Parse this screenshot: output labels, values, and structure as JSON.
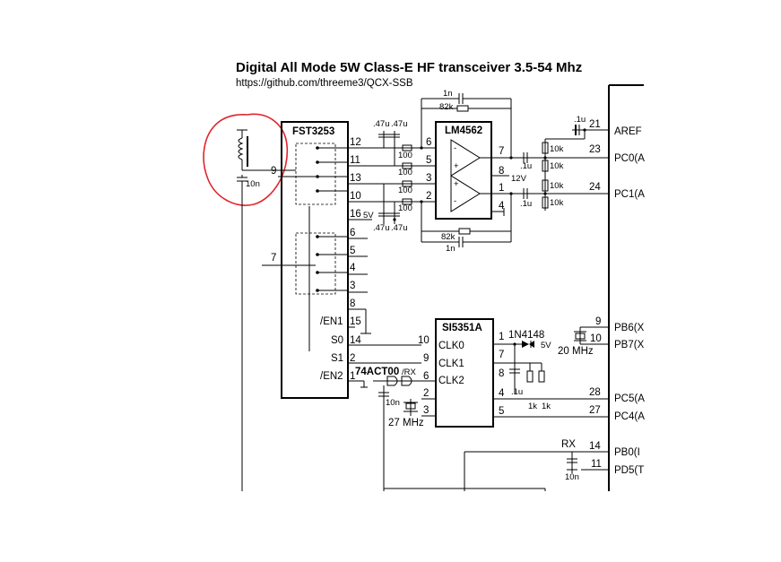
{
  "title": "Digital All Mode 5W Class-E HF transceiver 3.5-54 Mhz",
  "url": "https://github.com/threeme3/QCX-SSB",
  "fst": {
    "name": "FST3253",
    "pins": [
      "12",
      "11",
      "13",
      "10",
      "16",
      "6",
      "5",
      "4",
      "3",
      "8",
      "15",
      "14",
      "2",
      "1"
    ],
    "pin_labels": [
      "/EN1",
      "S0",
      "S1",
      "/EN2"
    ],
    "vcc": "5V",
    "in_a": "9",
    "in_b": "7",
    "ant_cap": "10n"
  },
  "opamp": {
    "name": "LM4562",
    "pins_in": [
      "6",
      "5",
      "3",
      "2"
    ],
    "pins_out": [
      "7",
      "8",
      "1",
      "4"
    ],
    "supply": "12V",
    "fb_top_c": "1n",
    "fb_top_r": "82k",
    "fb_bot_r": "82k",
    "fb_bot_c": "1n",
    "in_caps_top": [
      ".47u",
      ".47u"
    ],
    "in_caps_bot": [
      ".47u",
      ".47u"
    ],
    "in_resistors": [
      "100",
      "100",
      "100",
      "100"
    ],
    "plus": "+",
    "minus": "-"
  },
  "adc": {
    "pins": [
      "21",
      "23",
      "24"
    ],
    "cap_aref": ".1u",
    "coupling_caps": [
      ".1u",
      ".1u"
    ],
    "resistors": [
      "10k",
      "10k",
      "10k",
      "10k"
    ]
  },
  "mcu": {
    "pins": [
      "AREF",
      "PC0(A",
      "PC1(A",
      "PB6(X",
      "PB7(X",
      "PC5(A",
      "PC4(A",
      "PB0(I",
      "PD5(T"
    ],
    "pin_numbers": [
      "9",
      "10",
      "28",
      "27",
      "14",
      "11"
    ],
    "crystal": "20 MHz",
    "rx": "RX",
    "rx_cap": "10n"
  },
  "si5351": {
    "name": "SI5351A",
    "outputs": [
      "CLK0",
      "CLK1",
      "CLK2"
    ],
    "left_pins": [
      "10",
      "9",
      "6",
      "2",
      "3"
    ],
    "right_pins": [
      "1",
      "7",
      "8",
      "4",
      "5"
    ],
    "crystal": "27 MHz",
    "diode": "1N4148",
    "diode_v": "5V",
    "cap": ".1u",
    "resistors": [
      "1k",
      "1k"
    ]
  },
  "logic": {
    "name": "74ACT00",
    "rx": "/RX",
    "cap": "10n"
  }
}
